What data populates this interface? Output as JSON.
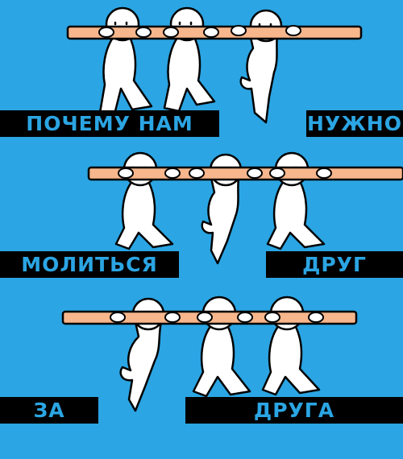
{
  "panels": [
    {
      "left_text": "ПОЧЕМУ  НАМ",
      "right_text": "НУЖНО"
    },
    {
      "left_text": "МОЛИТЬСЯ",
      "right_text": "ДРУГ"
    },
    {
      "left_text": "ЗА",
      "right_text": "ДРУГА"
    }
  ],
  "colors": {
    "background": "#2ba5e3",
    "plank": "#f7b68b",
    "figure": "#ffffff",
    "outline": "#000000",
    "label_bg": "#000000",
    "label_text": "#2ba5e3"
  }
}
